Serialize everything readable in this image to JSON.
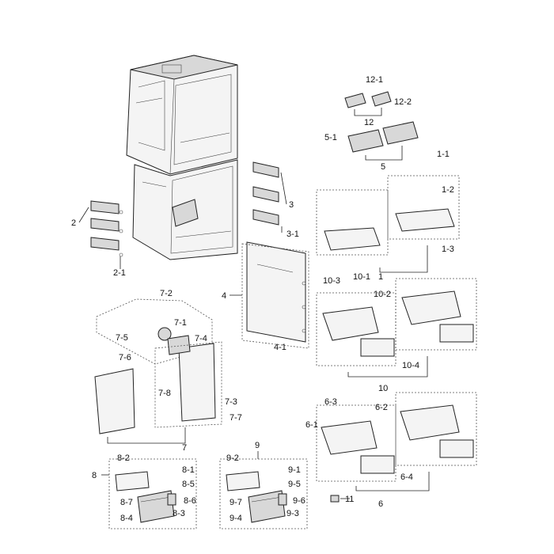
{
  "callouts": {
    "c12_1": "12-1",
    "c12_2": "12-2",
    "c12": "12",
    "c5_1": "5-1",
    "c5": "5",
    "c1_1": "1-1",
    "c1_2": "1-2",
    "c1_3": "1-3",
    "c1": "1",
    "c2": "2",
    "c2_1": "2-1",
    "c3": "3",
    "c3_1": "3-1",
    "c4": "4",
    "c4_1": "4-1",
    "c10_3": "10-3",
    "c10_1": "10-1",
    "c10_2": "10-2",
    "c10_4": "10-4",
    "c10": "10",
    "c7_2": "7-2",
    "c7_1": "7-1",
    "c7_4": "7-4",
    "c7_5": "7-5",
    "c7_6": "7-6",
    "c7_8": "7-8",
    "c7_3": "7-3",
    "c7_7": "7-7",
    "c7": "7",
    "c6_3": "6-3",
    "c6_2": "6-2",
    "c6_1": "6-1",
    "c6_4": "6-4",
    "c6": "6",
    "c11": "11",
    "c8_2": "8-2",
    "c8_1": "8-1",
    "c8_5": "8-5",
    "c8": "8",
    "c8_7": "8-7",
    "c8_6": "8-6",
    "c8_4": "8-4",
    "c8_3": "8-3",
    "c9": "9",
    "c9_2": "9-2",
    "c9_1": "9-1",
    "c9_5": "9-5",
    "c9_7": "9-7",
    "c9_6": "9-6",
    "c9_4": "9-4",
    "c9_3": "9-3"
  }
}
